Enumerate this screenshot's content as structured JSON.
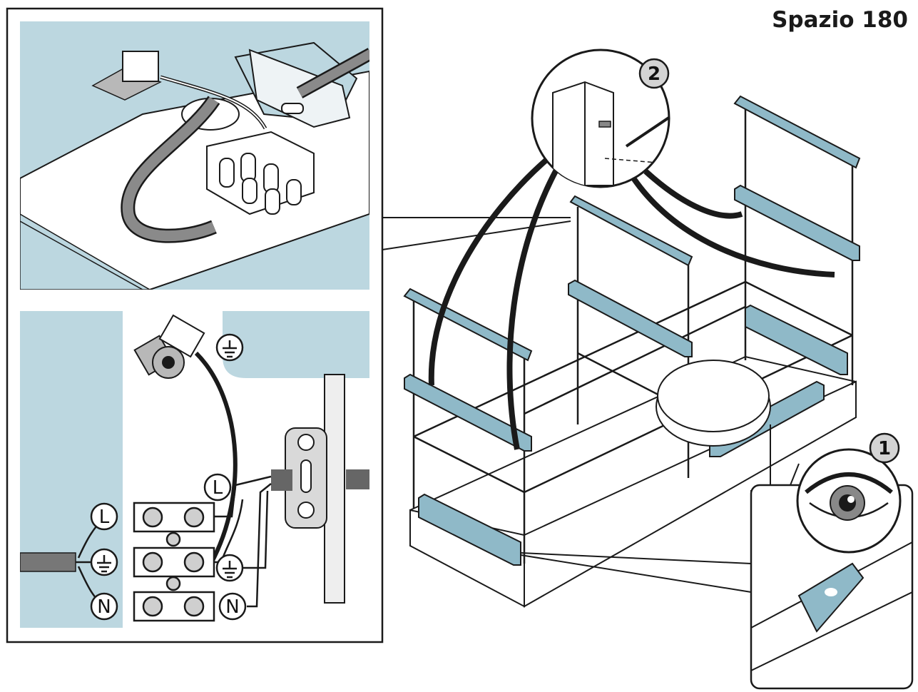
{
  "title": "Spazio 180",
  "steps": {
    "level_check": "1",
    "screw_fix": "2"
  },
  "terminal_labels": {
    "line": "L",
    "neutral": "N"
  },
  "colors": {
    "panel_blue": "#bcd7e0",
    "frame_blue": "#8fb9c8",
    "stroke": "#1a1a1a",
    "cable": "#8a8a8a"
  },
  "icons": {
    "earth": "earth-ground-icon",
    "eye": "eye-icon",
    "screw": "screw-icon",
    "drill": "drill-icon"
  }
}
